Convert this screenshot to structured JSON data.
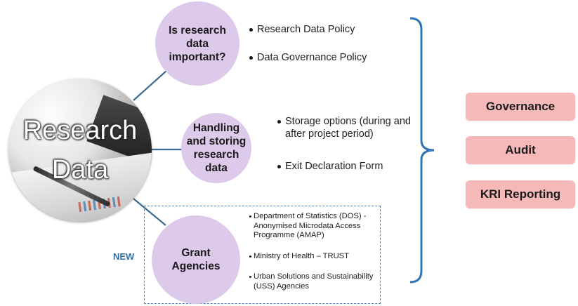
{
  "center": {
    "line1": "Research",
    "line2": "Data"
  },
  "topics": [
    {
      "title_lines": [
        "Is research",
        "data",
        "important?"
      ],
      "bullets": [
        "Research Data Policy",
        "Data Governance Policy"
      ]
    },
    {
      "title_lines": [
        "Handling",
        "and storing",
        "research",
        "data"
      ],
      "bullets": [
        "Storage options (during and after project period)",
        "Exit Declaration Form"
      ]
    },
    {
      "title_lines": [
        "Grant",
        "Agencies"
      ],
      "bullets": [
        "Department of Statistics (DOS) - Anonymised Microdata Access Programme (AMAP)",
        "Ministry of Health – TRUST",
        "Urban Solutions and Sustainability (USS) Agencies"
      ],
      "tag": "NEW"
    }
  ],
  "outcomes": [
    "Governance",
    "Audit",
    "KRI Reporting"
  ],
  "colors": {
    "bubble": "#ddc9ea",
    "connector": "#3b6a8f",
    "brace": "#2e75b6",
    "outcome": "#f6b9b9",
    "new_tag": "#2e6fae",
    "dashed_border": "#4a86c5"
  }
}
